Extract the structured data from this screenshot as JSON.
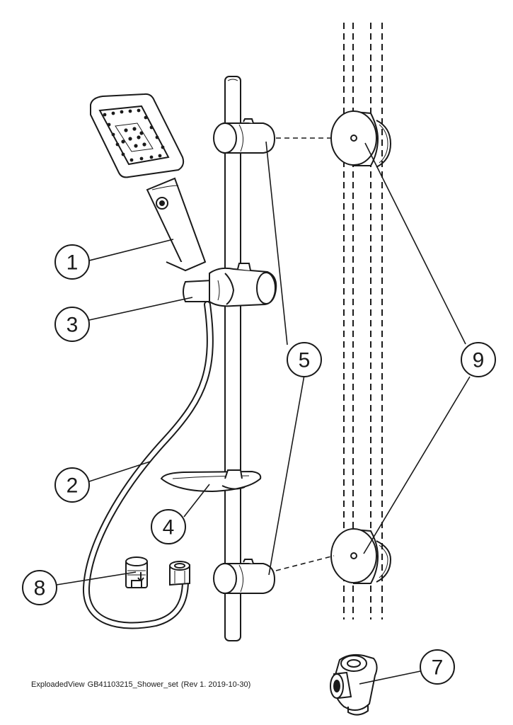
{
  "callouts": [
    {
      "id": "1",
      "label": "1"
    },
    {
      "id": "2",
      "label": "2"
    },
    {
      "id": "3",
      "label": "3"
    },
    {
      "id": "4",
      "label": "4"
    },
    {
      "id": "5",
      "label": "5"
    },
    {
      "id": "7",
      "label": "7"
    },
    {
      "id": "8",
      "label": "8"
    },
    {
      "id": "9",
      "label": "9"
    }
  ],
  "caption": {
    "view": "ExploadedView",
    "product_code": "GB41103215_Shower_set",
    "revision": "(Rev 1. 2019-10-30)"
  }
}
